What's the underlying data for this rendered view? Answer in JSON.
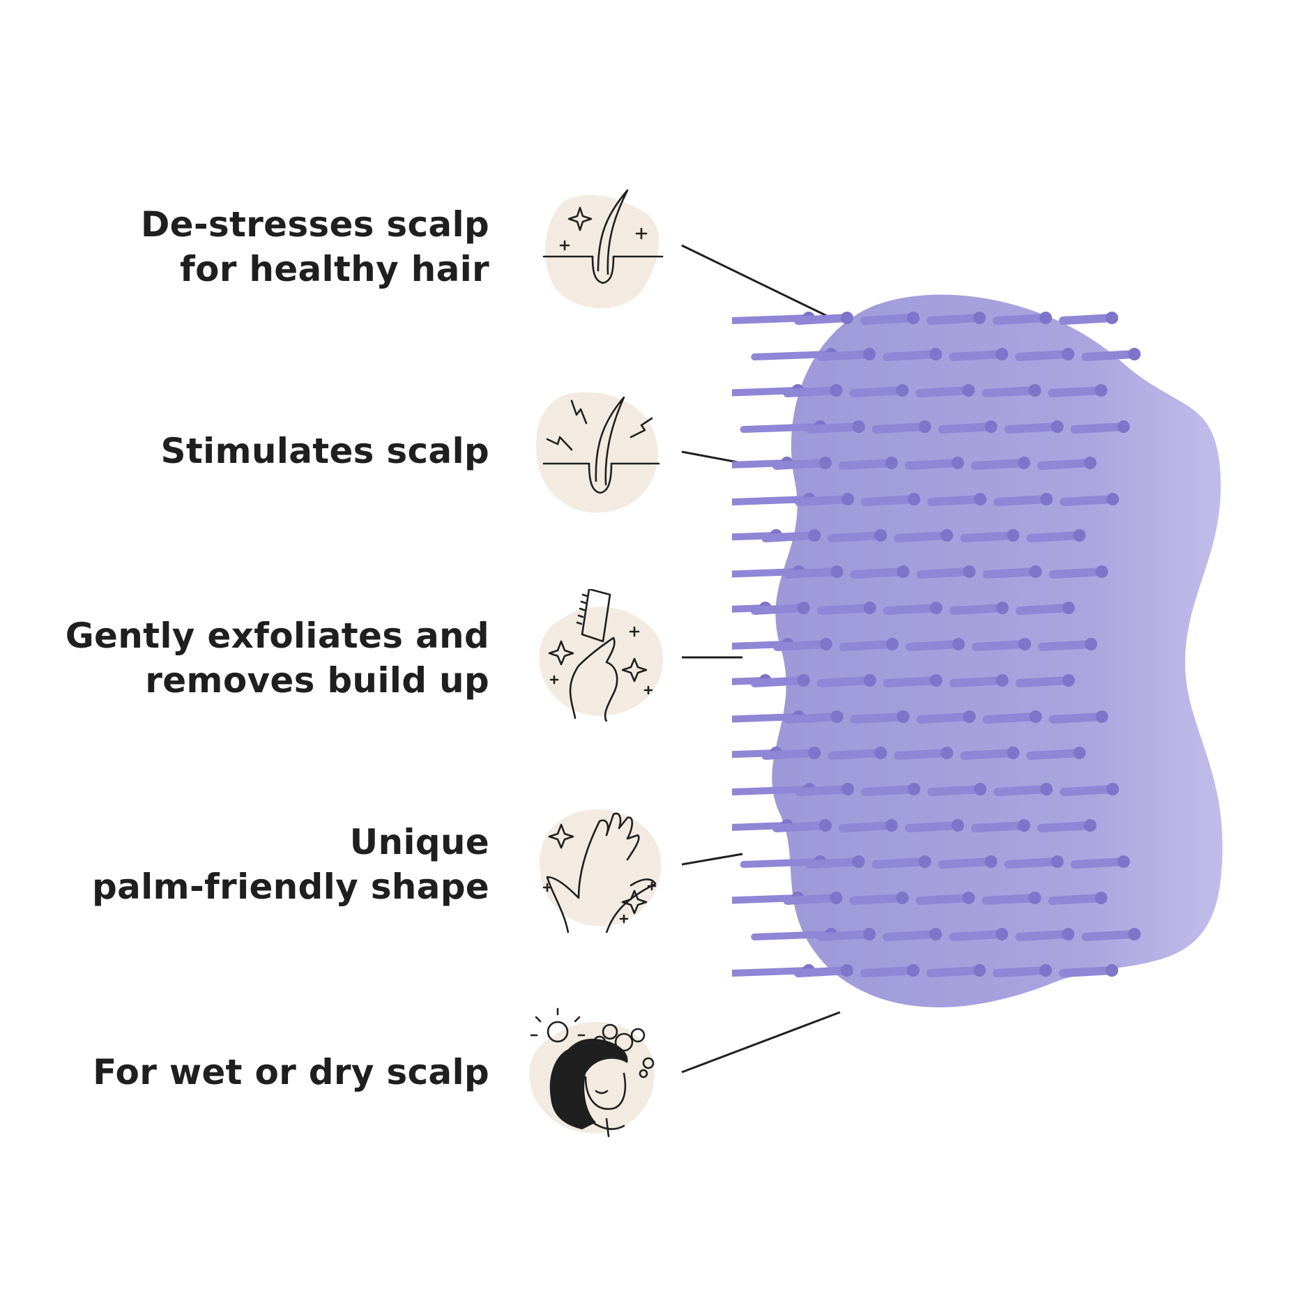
{
  "features": [
    {
      "lines": [
        "De-stresses scalp",
        "for healthy hair"
      ],
      "icon": "hair-follicle-sparkle-icon"
    },
    {
      "lines": [
        "Stimulates scalp"
      ],
      "icon": "hair-follicle-stimulation-icon"
    },
    {
      "lines": [
        "Gently exfoliates and",
        "removes build up"
      ],
      "icon": "hand-holding-brush-icon"
    },
    {
      "lines": [
        "Unique",
        "palm-friendly shape"
      ],
      "icon": "hands-icon"
    },
    {
      "lines": [
        "For wet or dry scalp"
      ],
      "icon": "woman-shampoo-bubbles-icon"
    }
  ],
  "colors": {
    "text": "#1f1f1f",
    "icon_blob": "#f3ebe1",
    "brush_body": "#a7a2dc",
    "brush_bristles": "#8f86d6",
    "background": "#ffffff"
  },
  "product": {
    "icon": "scalp-brush-product-image"
  }
}
